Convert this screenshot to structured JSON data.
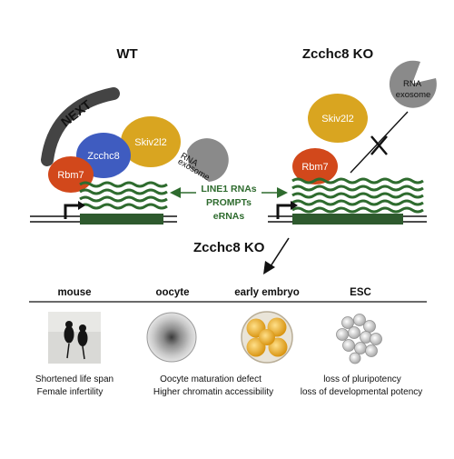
{
  "left_panel": {
    "title": "WT",
    "complex_label": "NEXT",
    "proteins": {
      "zcchc8": "Zcchc8",
      "skiv2l2": "Skiv2l2",
      "rbm7": "Rbm7",
      "rna_exosome": [
        "RNA",
        "exosome"
      ]
    }
  },
  "right_panel": {
    "title": "Zcchc8 KO",
    "proteins": {
      "skiv2l2": "Skiv2l2",
      "rbm7": "Rbm7",
      "rna_exosome": [
        "RNA",
        "exosome"
      ]
    }
  },
  "center_rna_labels": [
    "LINE1 RNAs",
    "PROMPTs",
    "eRNAs"
  ],
  "ko_arrow_label": "Zcchc8 KO",
  "phenotypes": [
    {
      "header": "mouse",
      "lines": [
        "Shortened life span",
        "Female infertility"
      ]
    },
    {
      "header": "oocyte",
      "lines": [
        "Oocyte maturation defect",
        "Higher chromatin accessibility"
      ]
    },
    {
      "header": "early embryo",
      "lines": []
    },
    {
      "header": "ESC",
      "lines": [
        "loss of pluripotency",
        "loss of developmental potency"
      ]
    }
  ],
  "colors": {
    "rbm7": "#d2481b",
    "zcchc8": "#3f5cc0",
    "skiv2l2": "#d9a520",
    "exosome": "#8a8a8a",
    "rna_wave": "#2e6b2e",
    "gene_box": "#2e5a2e",
    "label_green": "#2e6b2e"
  }
}
